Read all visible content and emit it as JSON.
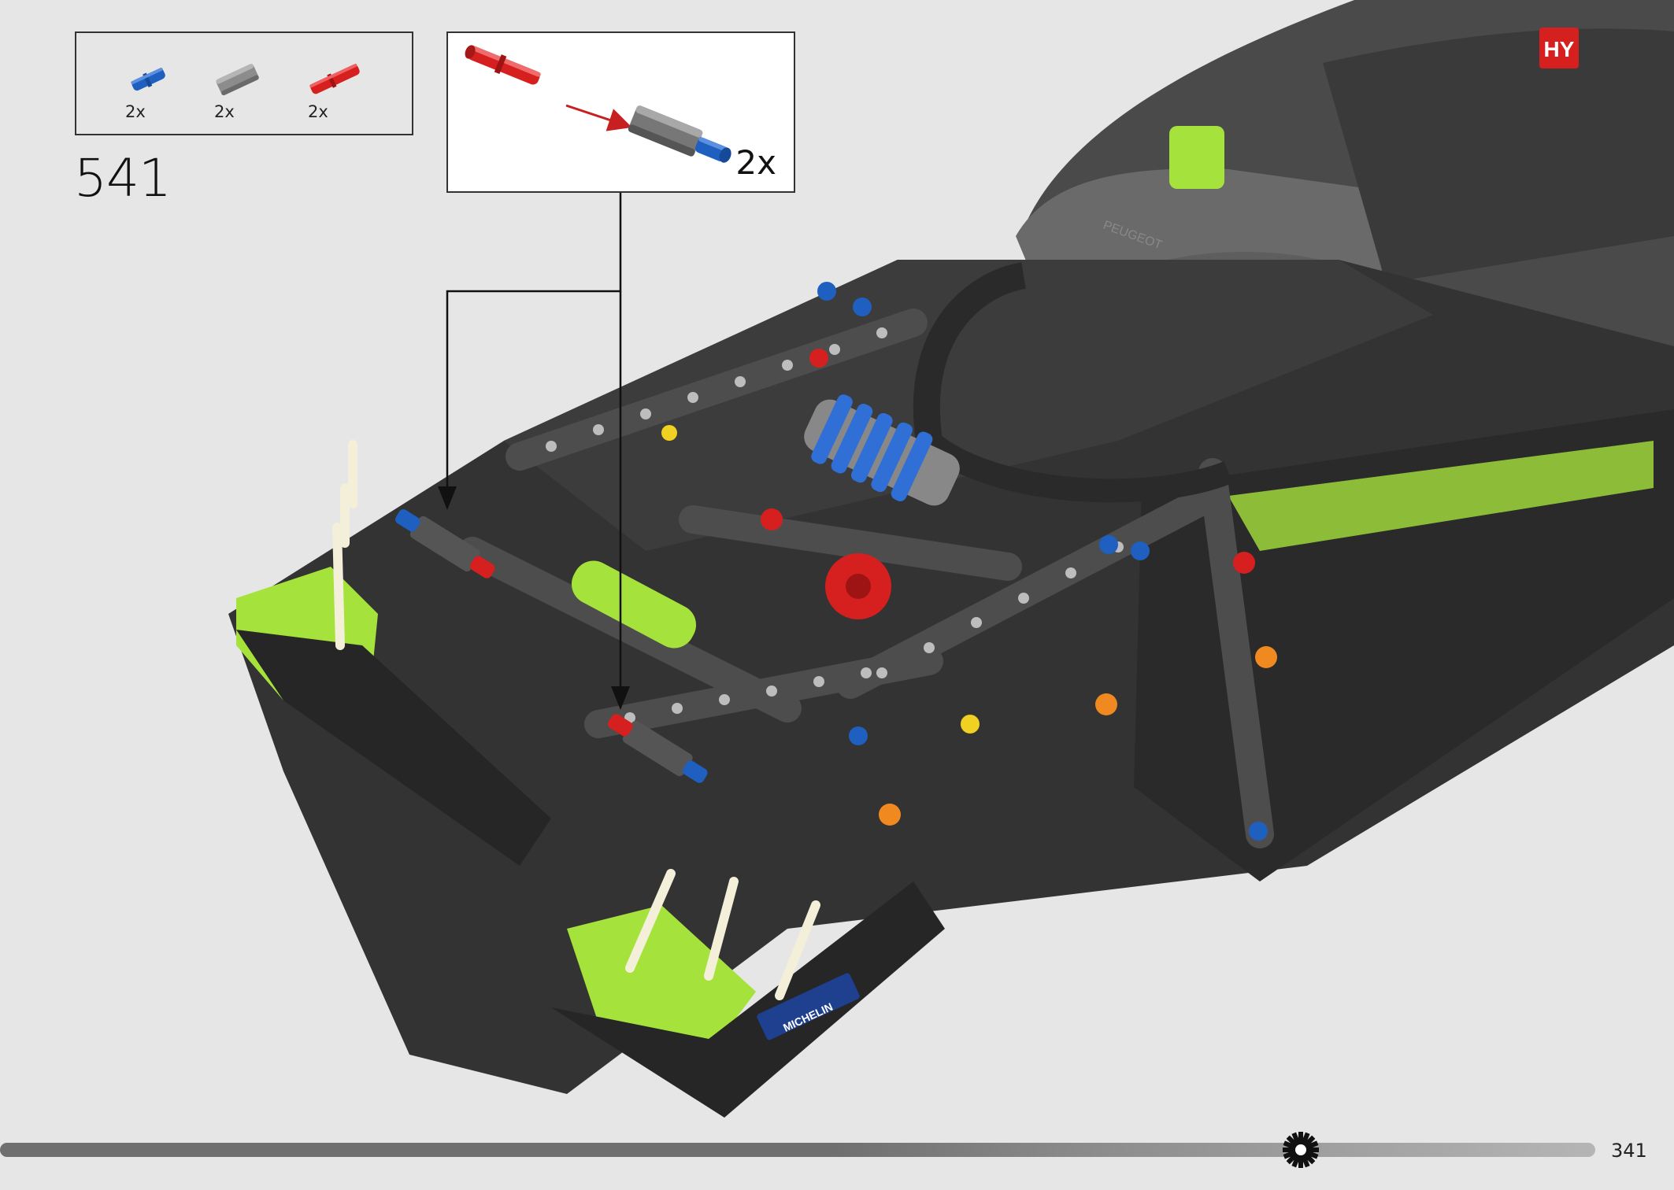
{
  "step": {
    "number": "541"
  },
  "parts_list": {
    "items": [
      {
        "name": "blue-axle-pin",
        "color": "#1f5fbf",
        "quantity": "2x"
      },
      {
        "name": "gray-axle-connector",
        "color": "#8c8c8c",
        "quantity": "2x"
      },
      {
        "name": "red-axle-pin",
        "color": "#d61f1f",
        "quantity": "2x"
      }
    ]
  },
  "callout": {
    "quantity": "2x",
    "description": "red axle pin inserted into gray connector with blue pin"
  },
  "footer": {
    "page_number": "341"
  },
  "colors": {
    "background": "#e6e6e6",
    "model_dark": "#2f2f2f",
    "model_mid": "#5a5a5a",
    "accent_green": "#a6e23c",
    "accent_red": "#d61f1f",
    "accent_blue": "#1f5fbf"
  },
  "decals": {
    "top_badge": "HY",
    "sponsor": "MICHELIN",
    "bodywork_text": "PEUGEOT"
  }
}
